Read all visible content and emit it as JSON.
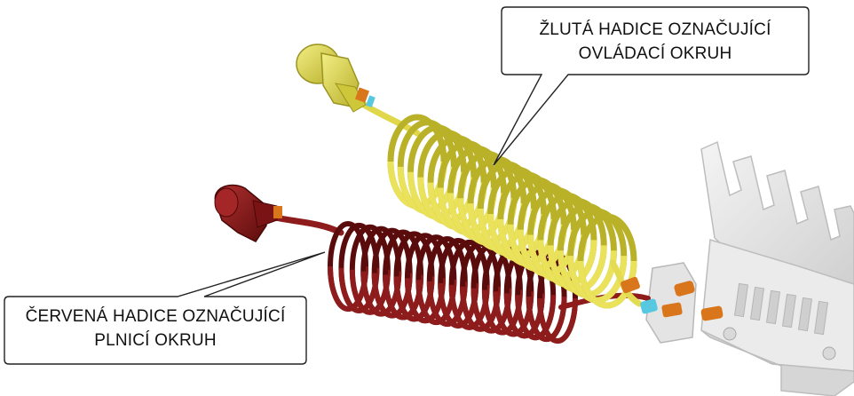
{
  "callouts": {
    "yellow_hose": {
      "line1": "ŽLUTÁ HADICE OZNAČUJÍCÍ",
      "line2": "OVLÁDACÍ OKRUH"
    },
    "red_hose": {
      "line1": "ČERVENÁ HADICE OZNAČUJÍCÍ",
      "line2": "PLNICÍ OKRUH"
    }
  },
  "colors": {
    "yellow_hose": "#e9e25a",
    "yellow_hose_dark": "#b9b128",
    "red_hose": "#8e1c1c",
    "red_hose_dark": "#5a0c0c",
    "bracket": "#e6e6e6",
    "bracket_shadow": "#c4c4c4",
    "fitting_orange": "#d9761c",
    "fitting_cyan": "#58c8e0"
  },
  "icons": {
    "yellow_coupling": "yellow-coupling-head-icon",
    "red_coupling": "red-coupling-head-icon",
    "bracket": "mounting-bracket-icon"
  }
}
